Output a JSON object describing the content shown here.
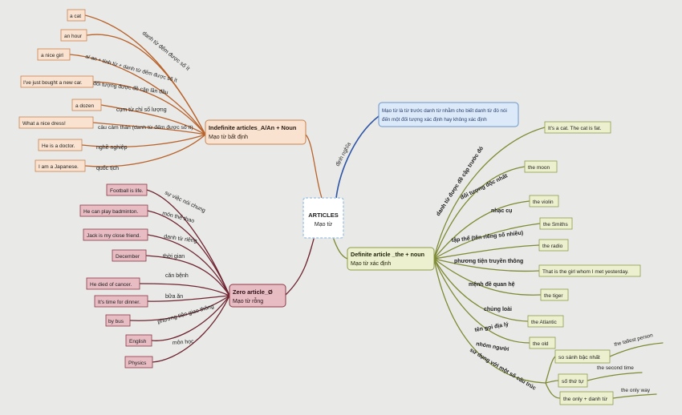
{
  "center": {
    "title": "ARTICLES",
    "subtitle": "Mạo từ"
  },
  "definition": {
    "branch_label": "định nghĩa",
    "text_line1": "Mạo từ là từ trước danh từ nhằm cho biết danh từ đó nói",
    "text_line2": "đến một đối tượng xác định hay không xác định"
  },
  "indefinite": {
    "title": "Indefinite articles_A/An + Noun",
    "subtitle": "Mạo từ bất định",
    "branches": [
      {
        "label": "danh từ đếm được số ít",
        "examples": [
          "a cat",
          "an hour"
        ]
      },
      {
        "label": "a/ an + tính từ + danh từ đếm được số ít",
        "examples": [
          "a nice girl"
        ]
      },
      {
        "label": "đối tượng được đề cập lần đầu",
        "examples": [
          "I've just bought a new car."
        ]
      },
      {
        "label": "cụm từ chỉ số lượng",
        "examples": [
          "a dozen"
        ]
      },
      {
        "label": "câu cảm thán (danh từ đếm được số ít)",
        "examples": [
          "What a nice dress!"
        ]
      },
      {
        "label": "nghề nghiệp",
        "examples": [
          "He is a doctor."
        ]
      },
      {
        "label": "quốc tịch",
        "examples": [
          "I am a Japanese."
        ]
      }
    ]
  },
  "zero": {
    "title": "Zero article_Ø",
    "subtitle": "Mạo từ rỗng",
    "branches": [
      {
        "label": "sự việc nói chung",
        "examples": [
          "Football is life."
        ]
      },
      {
        "label": "môn thể thao",
        "examples": [
          "He can play badminton."
        ]
      },
      {
        "label": "danh từ riêng",
        "examples": [
          "Jack is my close friend."
        ]
      },
      {
        "label": "thời gian",
        "examples": [
          "December"
        ]
      },
      {
        "label": "căn bệnh",
        "examples": [
          "He died of cancer."
        ]
      },
      {
        "label": "bữa ăn",
        "examples": [
          "It's time for dinner."
        ]
      },
      {
        "label": "phương tiện giao thông",
        "examples": [
          "by bus"
        ]
      },
      {
        "label": "môn học",
        "examples": [
          "English",
          "Physics"
        ]
      }
    ]
  },
  "definite": {
    "title": "Definite article _the + noun",
    "subtitle": "Mạo từ xác định",
    "branches": [
      {
        "label": "danh từ được đề cập trước đó",
        "examples": [
          "It's a cat. The cat is fat."
        ]
      },
      {
        "label": "đối tượng độc nhất",
        "examples": [
          "the moon"
        ]
      },
      {
        "label": "nhạc cụ",
        "examples": [
          "the violin"
        ]
      },
      {
        "label": "tập thể (tên riêng số nhiều)",
        "examples": [
          "the Smiths"
        ]
      },
      {
        "label": "phương tiện truyền thông",
        "examples": [
          "the radio"
        ]
      },
      {
        "label": "mệnh đề quan hệ",
        "examples": [
          "That is the girl whom I met yesterday."
        ]
      },
      {
        "label": "chủng loài",
        "examples": [
          "the tiger"
        ]
      },
      {
        "label": "tên gọi địa lý",
        "examples": [
          "the Atlantic"
        ]
      },
      {
        "label": "nhóm người",
        "examples": [
          "the old"
        ]
      },
      {
        "label": "sử dụng với một số cấu trúc",
        "structures": [
          {
            "name": "so sánh bậc nhất",
            "example": "the tallest person"
          },
          {
            "name": "số thứ tự",
            "example": "the second time"
          },
          {
            "name": "the only + danh từ",
            "example": "the only way"
          }
        ]
      }
    ]
  },
  "colors": {
    "background": "#e9e9e7",
    "indefinite_line": "#b8632c",
    "indefinite_fill": "#f9e2cf",
    "zero_line": "#6f2531",
    "zero_fill": "#e7bcc3",
    "definite_line": "#7f8a34",
    "definite_fill": "#ecf0cf",
    "definition_line": "#2e55a6",
    "definition_fill": "#dbe9f9"
  }
}
